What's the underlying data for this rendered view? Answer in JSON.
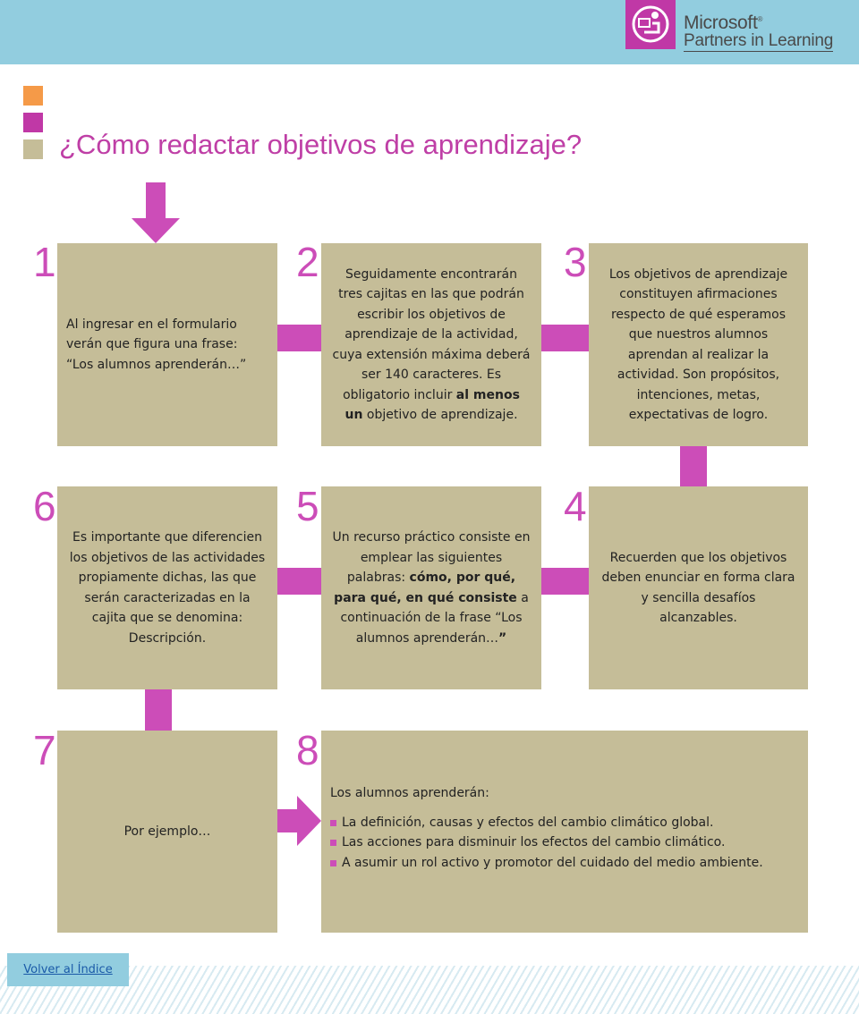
{
  "header": {
    "logo_line1": "Microsoft",
    "logo_tm": "®",
    "logo_line2": "Partners in Learning"
  },
  "colors": {
    "accent": "#cc4db8",
    "box": "#c5bd98",
    "topbar": "#92cddf",
    "square_orange": "#f59a48",
    "square_magenta": "#c038a6",
    "square_tan": "#c5bd98"
  },
  "title": "¿Cómo redactar objetivos de aprendizaje?",
  "steps": {
    "s1": {
      "num": "1",
      "text": "Al ingresar en el formulario verán que figura una frase: “Los alumnos aprenderán…”"
    },
    "s2": {
      "num": "2",
      "text_before": "Seguidamente encontrarán tres cajitas en las que podrán escribir los objetivos de aprendizaje de la actividad, cuya extensión máxima deberá ser 140 caracteres.  Es obligatorio incluir ",
      "text_bold": "al menos un",
      "text_after": " objetivo de aprendizaje."
    },
    "s3": {
      "num": "3",
      "text": "Los objetivos de aprendizaje constituyen afirmaciones respecto de qué esperamos que nuestros alumnos aprendan al realizar la actividad.  Son propósitos, intenciones, metas, expectativas de logro."
    },
    "s4": {
      "num": "4",
      "text": "Recuerden que los objetivos deben enunciar en forma clara y sencilla desafíos alcanzables."
    },
    "s5": {
      "num": "5",
      "text_before": "Un recurso práctico consiste en emplear las siguientes palabras: ",
      "text_bold": "cómo, por qué, para qué, en qué consiste",
      "text_after": " a continuación de  la frase “Los alumnos aprenderán…",
      "text_quote": "”"
    },
    "s6": {
      "num": "6",
      "text": "Es importante que diferencien los objetivos de las actividades propiamente dichas, las que serán caracterizadas en la cajita que se denomina: Descripción."
    },
    "s7": {
      "num": "7",
      "text": "Por ejemplo…"
    },
    "s8": {
      "num": "8",
      "intro": "Los alumnos aprenderán:",
      "bullets": [
        "La definición, causas y efectos del cambio climático global.",
        "Las acciones para disminuir los efectos del cambio climático.",
        "A asumir un rol activo y promotor del cuidado del medio ambiente."
      ]
    }
  },
  "footer": {
    "back_link": "Volver al Índice"
  }
}
